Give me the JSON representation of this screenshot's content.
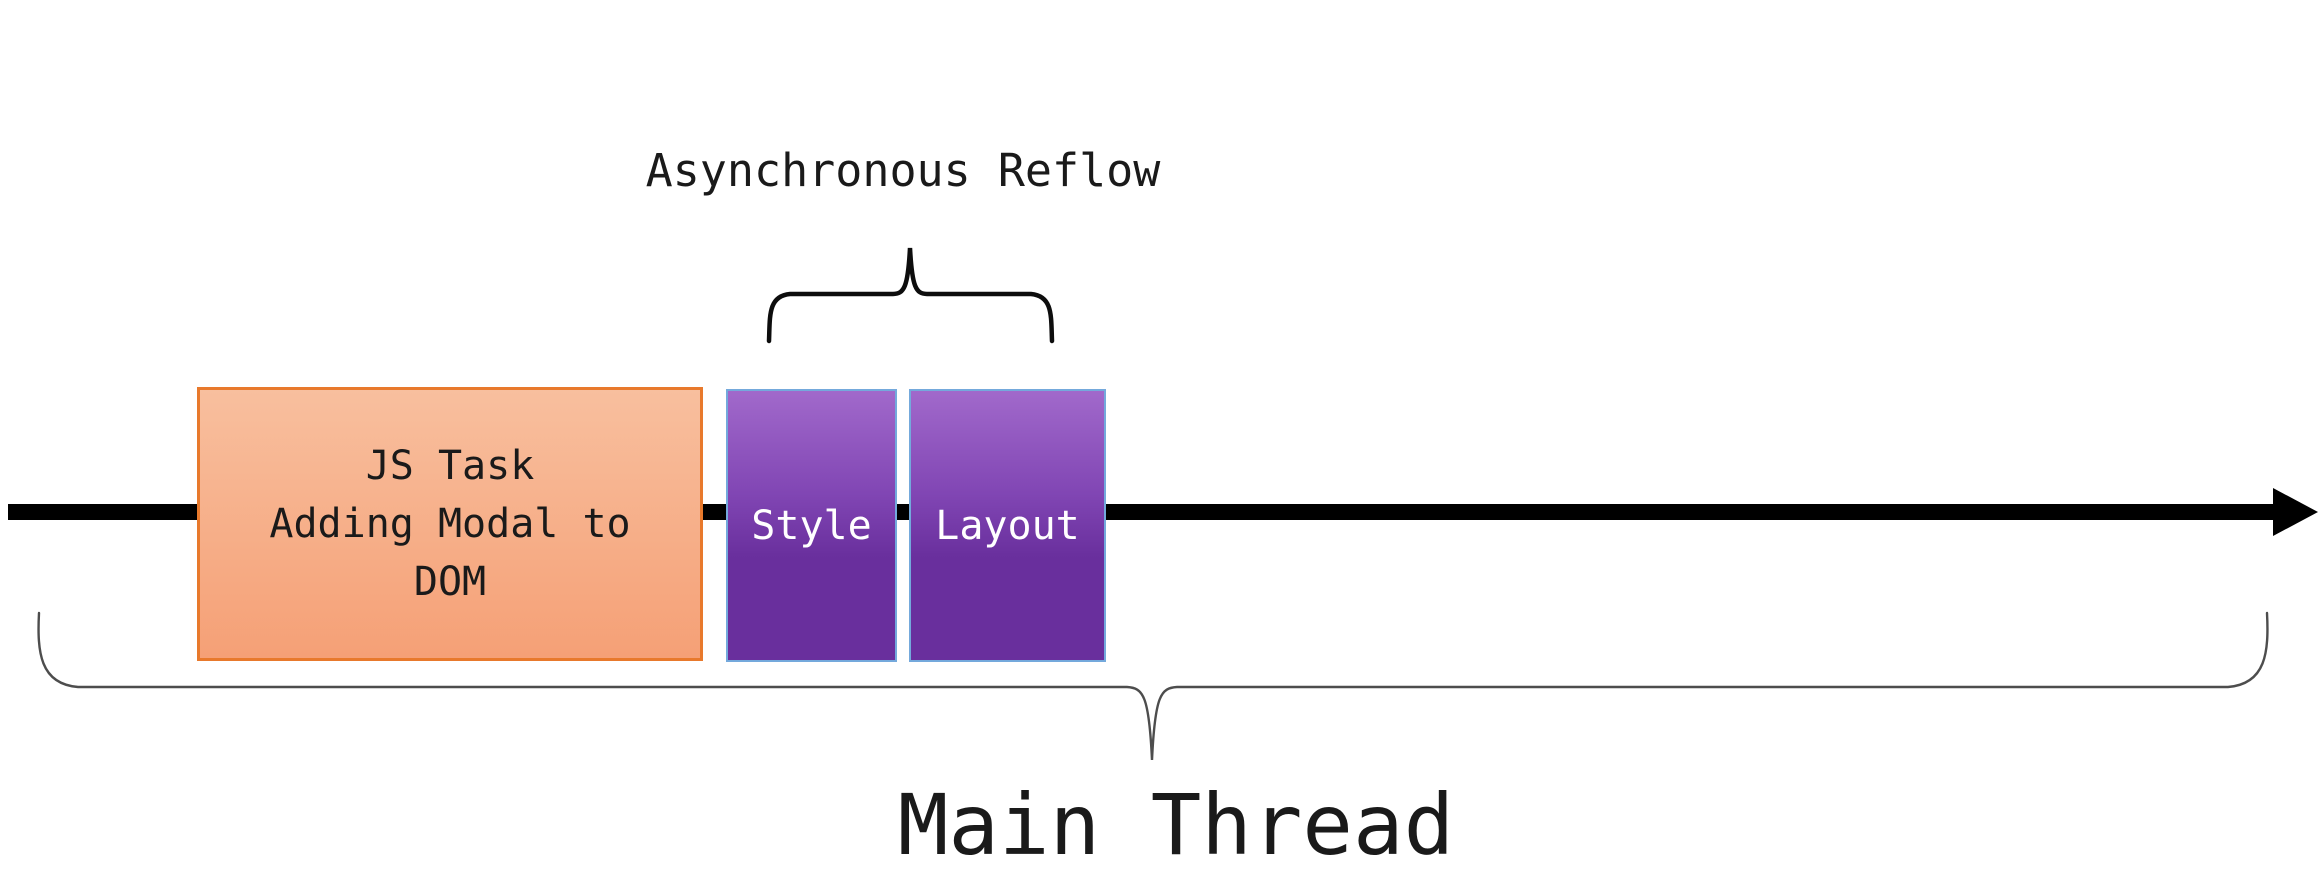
{
  "labels": {
    "async_reflow": "Asynchronous Reflow",
    "main_thread": "Main Thread"
  },
  "blocks": {
    "js_task": {
      "lines": [
        "JS Task",
        "Adding Modal to",
        "DOM"
      ]
    },
    "style_block": {
      "label": "Style"
    },
    "layout_block": {
      "label": "Layout"
    }
  },
  "colors": {
    "background": "#ffffff",
    "arrow": "#000000",
    "brace_small": "#0d0d0d",
    "brace_large": "#4d4d4d",
    "text_dark": "#1a1a1a",
    "text_light": "#ffffff",
    "orange_fill_top": "#f8bf9e",
    "orange_fill_bottom": "#f5a076",
    "orange_border": "#e8792c",
    "purple_fill_top": "#a169cb",
    "purple_fill_mid": "#8146b4",
    "purple_fill_bottom": "#692f9d",
    "purple_border": "#74a9dc"
  }
}
